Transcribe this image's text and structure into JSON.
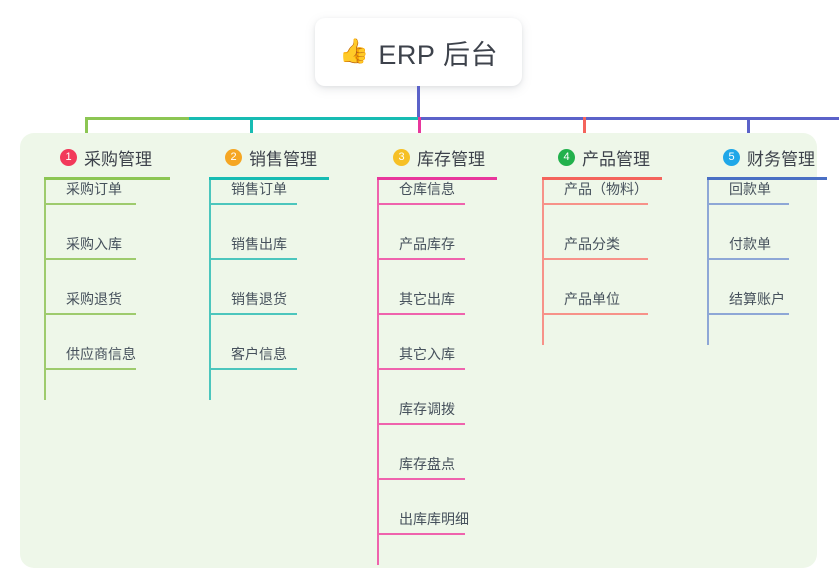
{
  "root": {
    "icon": "thumbs-up-icon",
    "icon_glyph": "👍",
    "title": "ERP 后台"
  },
  "palette": {
    "panel_bg": "#eef7e9",
    "page_bg": "#ffffff",
    "text": "#3d424b",
    "leaf_text": "#46515c",
    "bus_green": "#8cc653",
    "bus_teal": "#17bcb3",
    "bus_indigo": "#5b62c9",
    "stub_pink": "#e8379c",
    "stub_red": "#f4645c"
  },
  "columns": [
    {
      "index": "1",
      "title": "采购管理",
      "badge_color": "#f2395a",
      "line_color": "#8cc653",
      "leaf_line_color": "#9ecb6d",
      "items": [
        "采购订单",
        "采购入库",
        "采购退货",
        "供应商信息"
      ]
    },
    {
      "index": "2",
      "title": "销售管理",
      "badge_color": "#f5a623",
      "line_color": "#17bcb3",
      "leaf_line_color": "#4cc6bd",
      "items": [
        "销售订单",
        "销售出库",
        "销售退货",
        "客户信息"
      ]
    },
    {
      "index": "3",
      "title": "库存管理",
      "badge_color": "#f6c026",
      "line_color": "#e8379c",
      "leaf_line_color": "#ef63ad",
      "items": [
        "仓库信息",
        "产品库存",
        "其它出库",
        "其它入库",
        "库存调拨",
        "库存盘点",
        "出库库明细"
      ]
    },
    {
      "index": "4",
      "title": "产品管理",
      "badge_color": "#22b14c",
      "line_color": "#f4645c",
      "leaf_line_color": "#f79289",
      "items": [
        "产品（物料）",
        "产品分类",
        "产品单位"
      ]
    },
    {
      "index": "5",
      "title": "财务管理",
      "badge_color": "#1fa7e8",
      "line_color": "#4a6fc4",
      "leaf_line_color": "#8ea7d6",
      "items": [
        "回款单",
        "付款单",
        "结算账户"
      ]
    }
  ]
}
